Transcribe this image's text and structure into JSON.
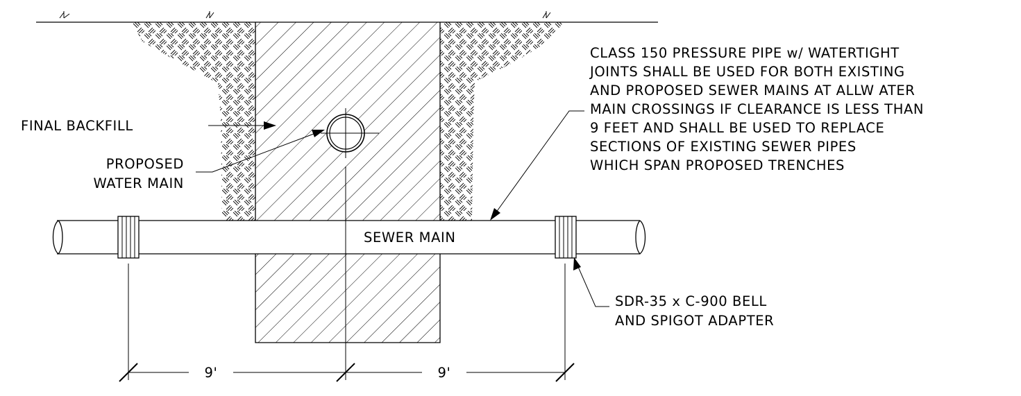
{
  "labels": {
    "final_backfill": "FINAL BACKFILL",
    "proposed_water_main_line1": "PROPOSED",
    "proposed_water_main_line2": "WATER MAIN",
    "sewer_main": "SEWER MAIN",
    "note_line1": "CLASS 150 PRESSURE PIPE w/ WATERTIGHT",
    "note_line2": "JOINTS SHALL BE USED FOR BOTH EXISTING",
    "note_line3": "AND PROPOSED SEWER MAINS AT ALLW ATER",
    "note_line4": "MAIN CROSSINGS IF CLEARANCE IS LESS THAN",
    "note_line5": "9 FEET AND SHALL BE USED TO REPLACE",
    "note_line6": "SECTIONS OF EXISTING SEWER PIPES",
    "note_line7": "WHICH SPAN PROPOSED TRENCHES",
    "adapter_line1": "SDR-35 x C-900 BELL",
    "adapter_line2": "AND SPIGOT ADAPTER",
    "dim_left": "9'",
    "dim_right": "9'"
  },
  "colors": {
    "ink": "#000000",
    "paper": "#ffffff"
  }
}
